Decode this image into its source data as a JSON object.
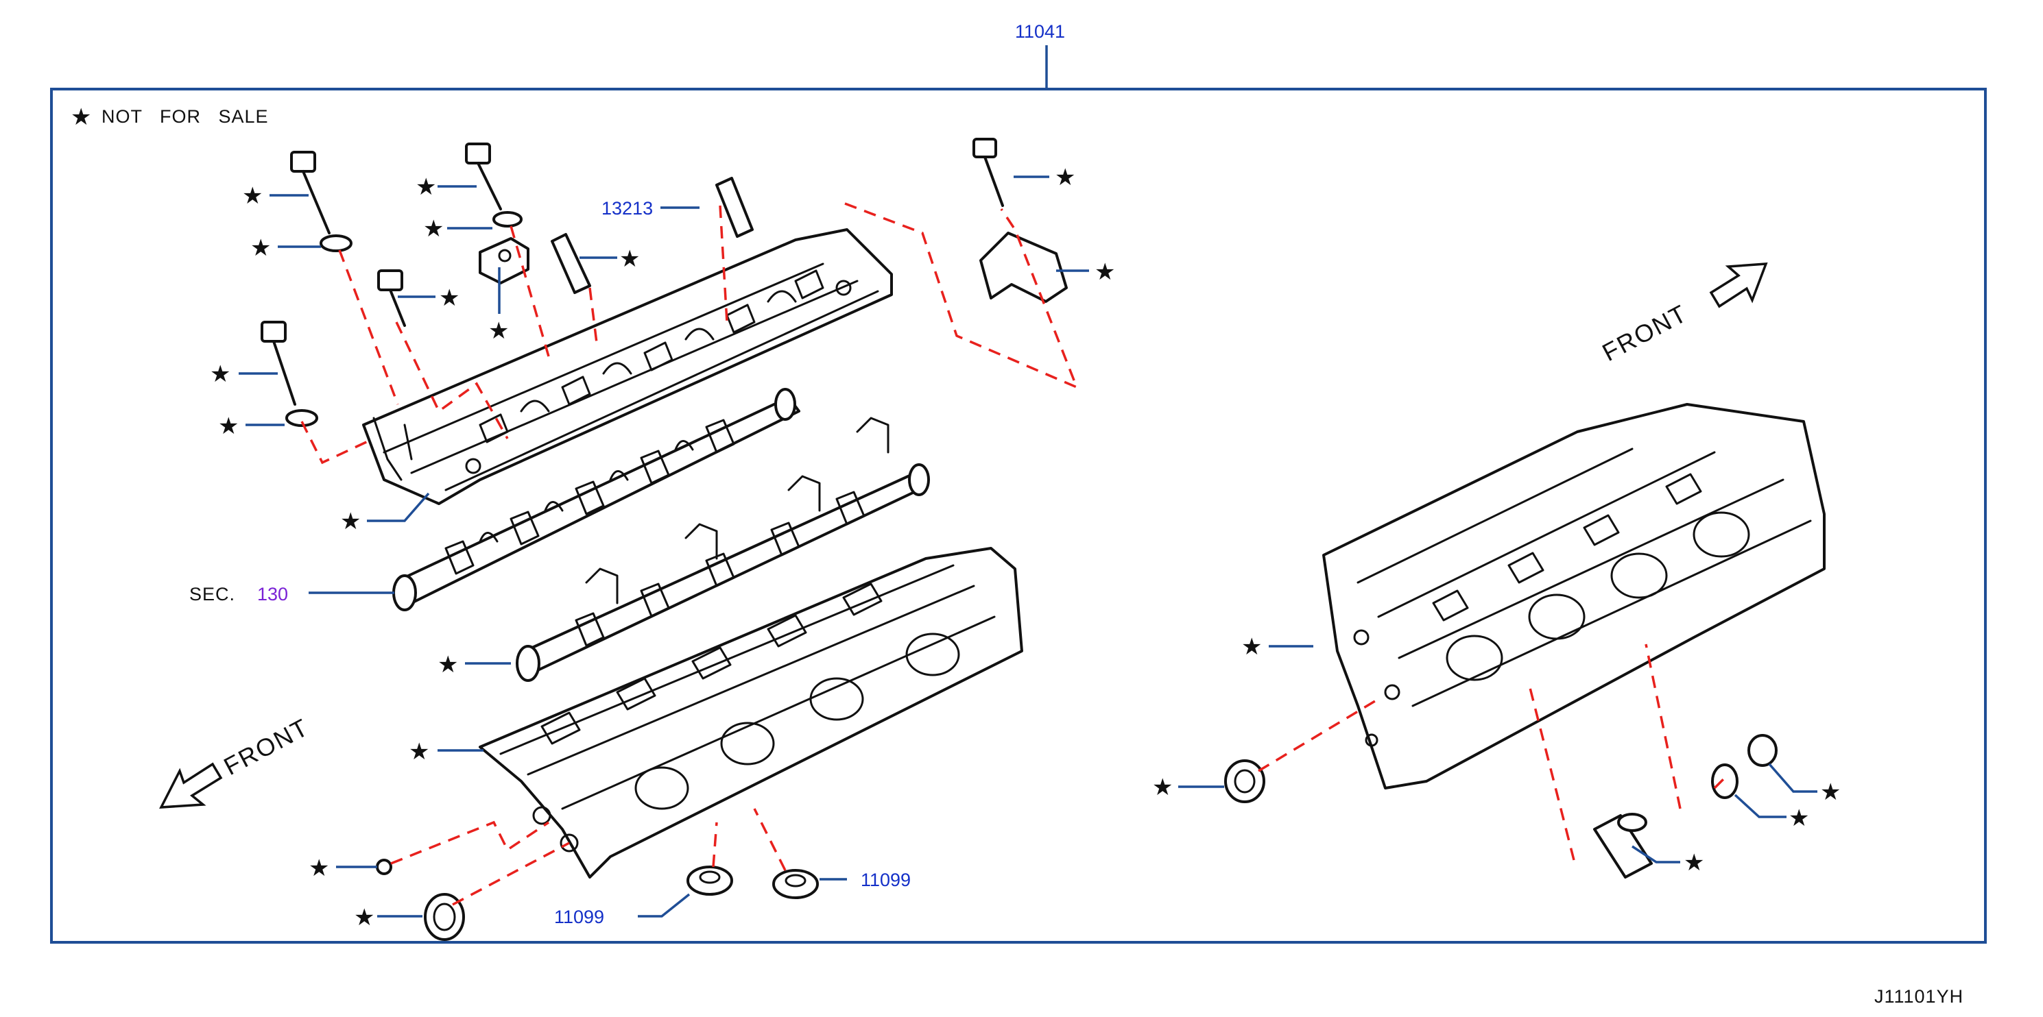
{
  "legend": {
    "star": "★",
    "text": "NOT   FOR   SALE"
  },
  "assembly_number": "11041",
  "drawing_code": "J11101YH",
  "front_label": "FRONT",
  "star": "★",
  "parts": {
    "p13213": "13213",
    "p11099_left": "11099",
    "p11099_right": "11099",
    "sec_prefix": "SEC.",
    "sec_number": "130"
  },
  "colors": {
    "frame": "#1f4e96",
    "part_number": "#1430c8",
    "section_ref": "#7a22d6",
    "dashed_leader": "#e8211d",
    "linework": "#111111"
  }
}
